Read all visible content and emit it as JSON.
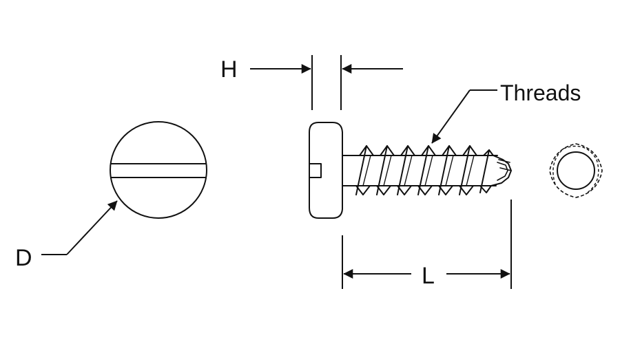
{
  "labels": {
    "head_height": "H",
    "diameter": "D",
    "threads": "Threads",
    "length": "L"
  },
  "colors": {
    "line": "#111111",
    "background": "#ffffff"
  }
}
